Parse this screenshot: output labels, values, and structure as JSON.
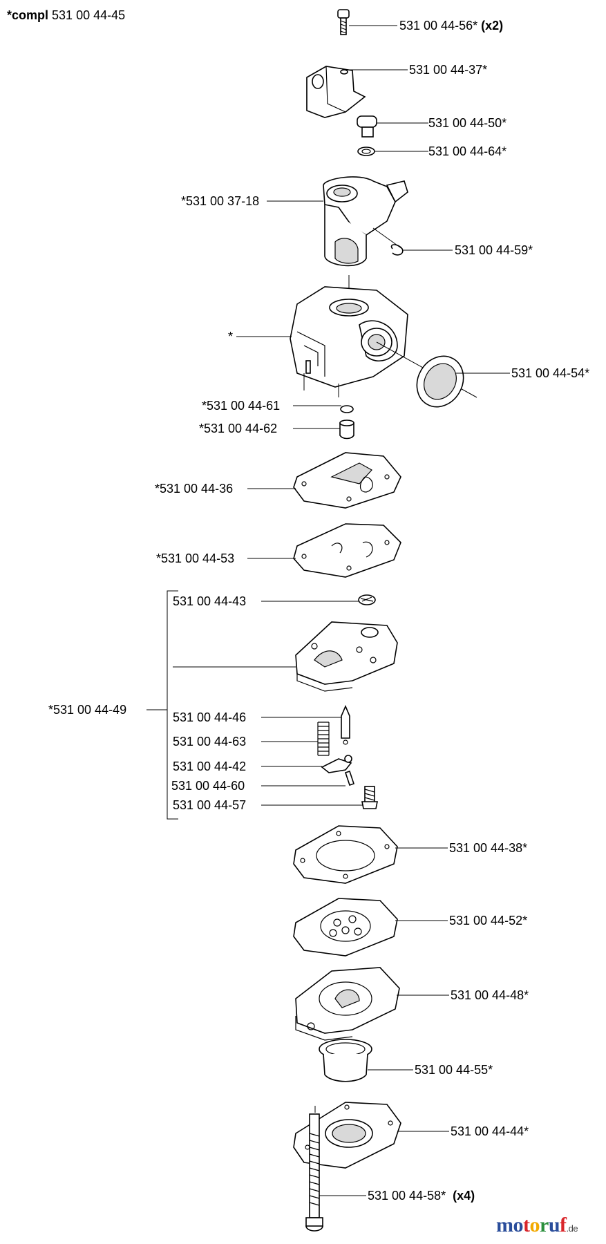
{
  "header": {
    "compl_prefix": "*compl",
    "compl_number": "531 00 44-45"
  },
  "labels": [
    {
      "id": "p56",
      "text": "531 00 44-56*",
      "suffix": "(x2)"
    },
    {
      "id": "p37",
      "text": "531 00 44-37*"
    },
    {
      "id": "p50",
      "text": "531 00 44-50*"
    },
    {
      "id": "p64",
      "text": "531 00 44-64*"
    },
    {
      "id": "p3718",
      "text": "*531 00 37-18"
    },
    {
      "id": "p59",
      "text": "531 00 44-59*"
    },
    {
      "id": "pbody",
      "text": "*"
    },
    {
      "id": "p54",
      "text": "531 00 44-54*"
    },
    {
      "id": "p61",
      "text": "*531 00 44-61"
    },
    {
      "id": "p62",
      "text": "*531 00 44-62"
    },
    {
      "id": "p36",
      "text": "*531 00 44-36"
    },
    {
      "id": "p53",
      "text": "*531 00 44-53"
    },
    {
      "id": "p43",
      "text": "531 00 44-43"
    },
    {
      "id": "p49",
      "text": "*531 00 44-49"
    },
    {
      "id": "p46",
      "text": "531 00 44-46"
    },
    {
      "id": "p63",
      "text": "531 00 44-63"
    },
    {
      "id": "p42",
      "text": "531 00 44-42"
    },
    {
      "id": "p60",
      "text": "531 00 44-60"
    },
    {
      "id": "p57",
      "text": "531 00 44-57"
    },
    {
      "id": "p38",
      "text": "531 00 44-38*"
    },
    {
      "id": "p52",
      "text": "531 00 44-52*"
    },
    {
      "id": "p48",
      "text": "531 00 44-48*"
    },
    {
      "id": "p55",
      "text": "531 00 44-55*"
    },
    {
      "id": "p44",
      "text": "531 00 44-44*"
    },
    {
      "id": "p58",
      "text": "531 00 44-58*",
      "suffix": "(x4)"
    }
  ],
  "watermark": {
    "brand": "motoruf",
    "tld": ".de",
    "colors": [
      "#2a4d9b",
      "#d9262b",
      "#f2a900",
      "#2a8f3c"
    ]
  }
}
